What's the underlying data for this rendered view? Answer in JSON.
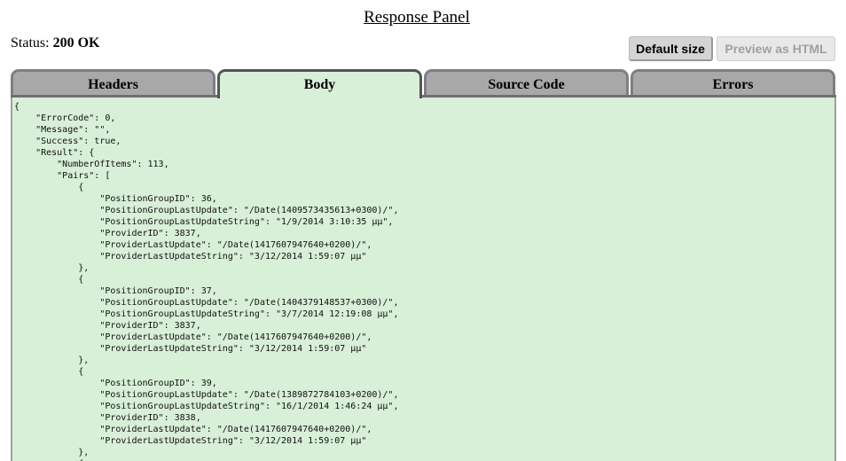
{
  "panel": {
    "title": "Response Panel"
  },
  "status": {
    "label": "Status:",
    "value": "200 OK"
  },
  "buttons": {
    "default_size": "Default size",
    "preview_html": "Preview as HTML"
  },
  "tabs": [
    {
      "label": "Headers",
      "active": false
    },
    {
      "label": "Body",
      "active": true
    },
    {
      "label": "Source Code",
      "active": false
    },
    {
      "label": "Errors",
      "active": false
    }
  ],
  "body": {
    "text": "{\n    \"ErrorCode\": 0,\n    \"Message\": \"\",\n    \"Success\": true,\n    \"Result\": {\n        \"NumberOfItems\": 113,\n        \"Pairs\": [\n            {\n                \"PositionGroupID\": 36,\n                \"PositionGroupLastUpdate\": \"/Date(1409573435613+0300)/\",\n                \"PositionGroupLastUpdateString\": \"1/9/2014 3:10:35 μμ\",\n                \"ProviderID\": 3837,\n                \"ProviderLastUpdate\": \"/Date(1417607947640+0200)/\",\n                \"ProviderLastUpdateString\": \"3/12/2014 1:59:07 μμ\"\n            },\n            {\n                \"PositionGroupID\": 37,\n                \"PositionGroupLastUpdate\": \"/Date(1404379148537+0300)/\",\n                \"PositionGroupLastUpdateString\": \"3/7/2014 12:19:08 μμ\",\n                \"ProviderID\": 3837,\n                \"ProviderLastUpdate\": \"/Date(1417607947640+0200)/\",\n                \"ProviderLastUpdateString\": \"3/12/2014 1:59:07 μμ\"\n            },\n            {\n                \"PositionGroupID\": 39,\n                \"PositionGroupLastUpdate\": \"/Date(1389872784103+0200)/\",\n                \"PositionGroupLastUpdateString\": \"16/1/2014 1:46:24 μμ\",\n                \"ProviderID\": 3838,\n                \"ProviderLastUpdate\": \"/Date(1417607947640+0200)/\",\n                \"ProviderLastUpdateString\": \"3/12/2014 1:59:07 μμ\"\n            },\n            {"
  }
}
